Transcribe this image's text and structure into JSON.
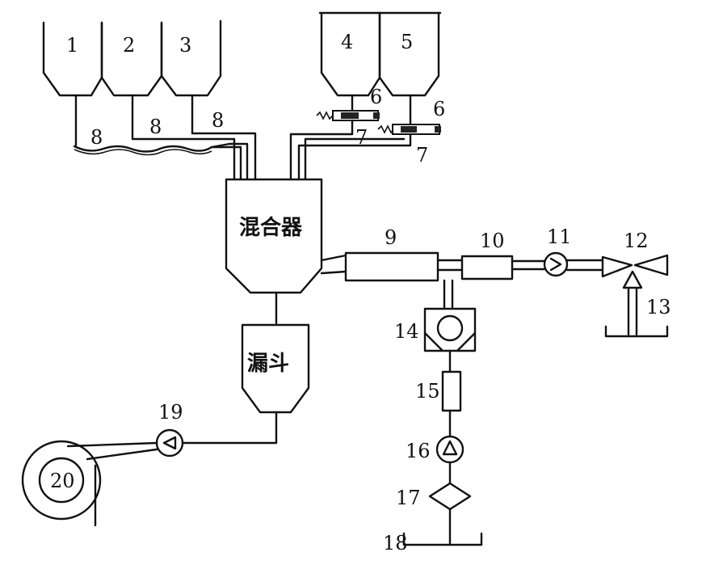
{
  "labels": {
    "hopper_1": "1",
    "hopper_2": "2",
    "hopper_3": "3",
    "hopper_4": "4",
    "hopper_5": "5",
    "valve_6a": "6",
    "valve_6b": "6",
    "valve_7a": "7",
    "valve_7b": "7",
    "feed_8a": "8",
    "feed_8b": "8",
    "feed_8c": "8",
    "mixer": "混合器",
    "funnel": "漏斗",
    "item_9": "9",
    "item_10": "10",
    "item_11": "11",
    "item_12": "12",
    "item_13": "13",
    "item_14": "14",
    "item_15": "15",
    "item_16": "16",
    "item_17": "17",
    "item_18": "18",
    "item_19": "19",
    "item_20": "20"
  }
}
